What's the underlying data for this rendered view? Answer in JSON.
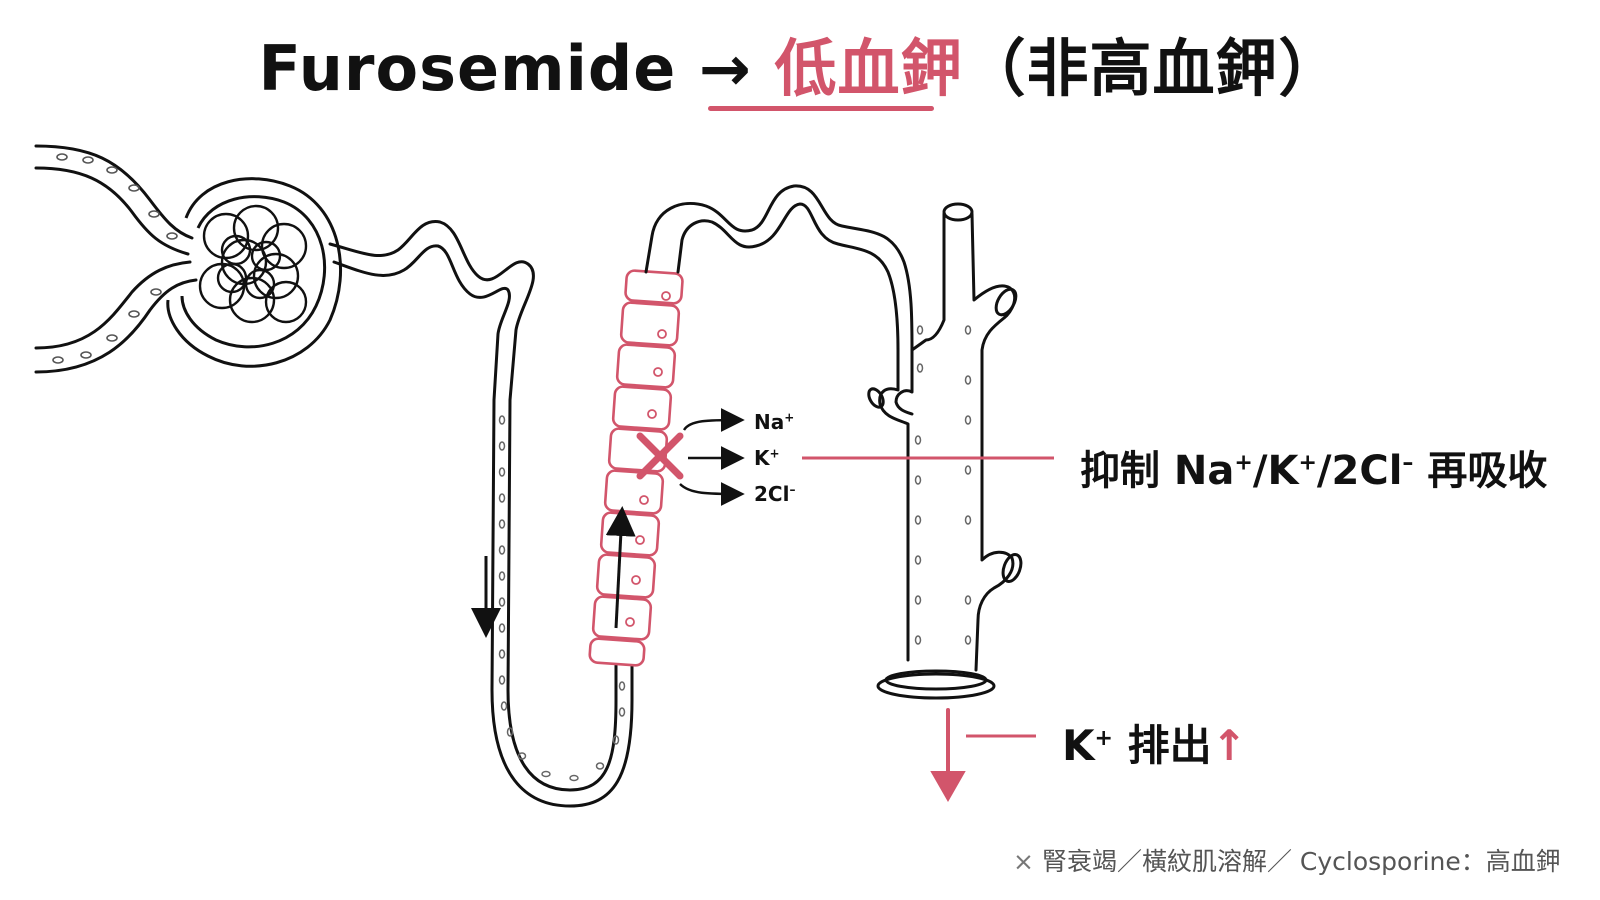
{
  "title": {
    "drug": "Furosemide",
    "arrow": "→",
    "effect": "低血鉀",
    "note": "（非高血鉀）"
  },
  "ions": {
    "na": "Na",
    "k": "K",
    "cl": "2Cl",
    "plus": "+",
    "minus": "–"
  },
  "labels": {
    "inhibit_pre": "抑制 Na",
    "inhibit_mid1": "/K",
    "inhibit_mid2": "/2Cl",
    "inhibit_post": " 再吸收",
    "k_excretion": "K",
    "k_excretion_text": " 排出",
    "up_arrow": "↑"
  },
  "footnote": {
    "mark": "×",
    "text": "腎衰竭／橫紋肌溶解／ Cyclosporine：高血鉀"
  },
  "colors": {
    "accent": "#d2556b",
    "ink": "#111111",
    "footnote": "#555555"
  }
}
